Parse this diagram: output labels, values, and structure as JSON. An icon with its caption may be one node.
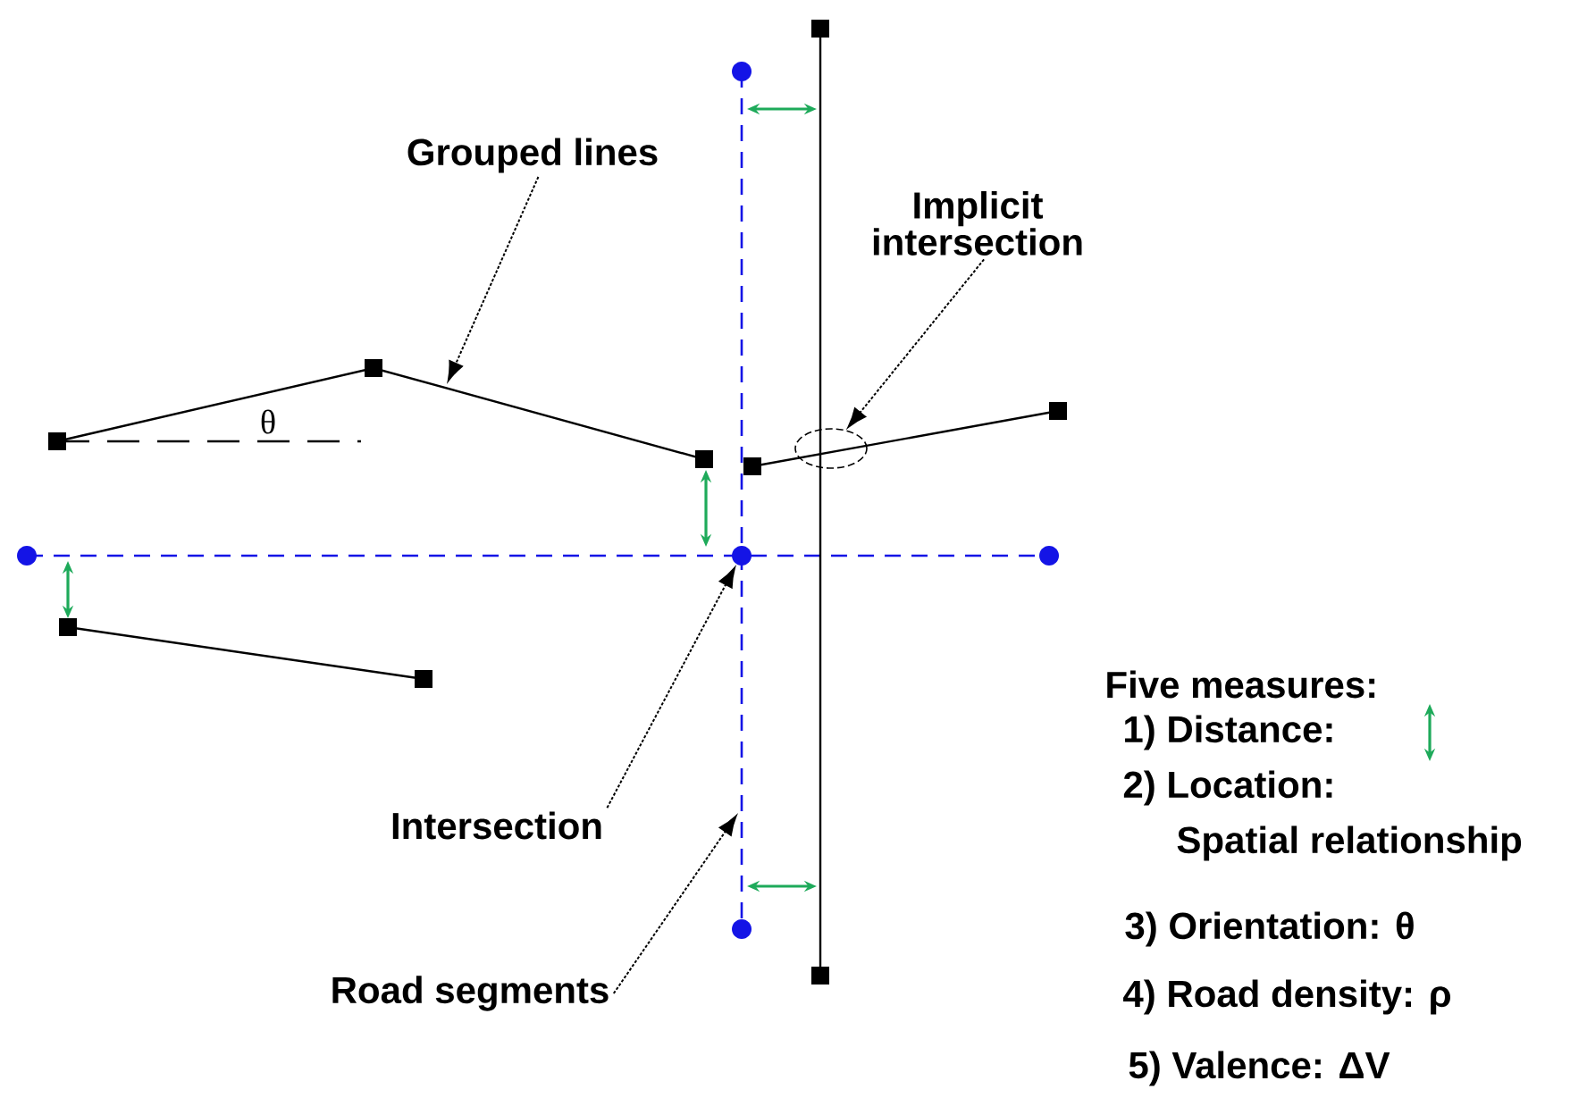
{
  "diagram": {
    "nodes": [
      {
        "text": [
          "Grouped lines"
        ]
      },
      {
        "text": [
          "Implicit intersection"
        ]
      },
      {
        "text": [],
        "shape": "ellipse"
      },
      {
        "text": [
          "Intersection"
        ]
      },
      {
        "text": [
          "Road segments"
        ]
      }
    ],
    "edges": [
      {
        "from": 0,
        "to": null,
        "arrow": "to",
        "style": "dashed"
      },
      {
        "from": 1,
        "to": 2,
        "arrow": "to",
        "style": "dashed"
      },
      {
        "from": 3,
        "to": null,
        "arrow": "to",
        "style": "dashed"
      },
      {
        "from": 4,
        "to": null,
        "arrow": "to",
        "style": "dashed"
      }
    ],
    "labels": [
      "θ",
      "Five measures:",
      "1) Distance:",
      "2) Location:",
      "Spatial relationship",
      "3) Orientation: θ",
      "4) Road density: ρ",
      "5) Valence: ΔV"
    ]
  }
}
